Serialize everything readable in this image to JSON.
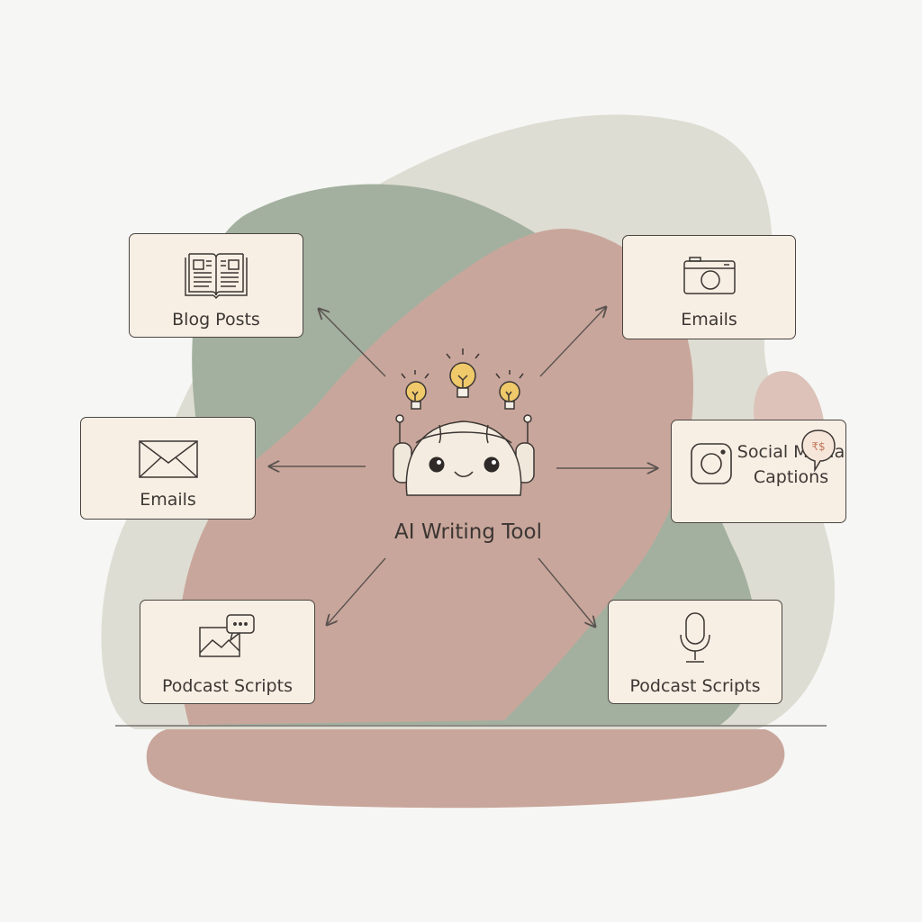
{
  "diagram": {
    "center": {
      "title": "AI Writing Tool",
      "icon": "robot-with-lightbulbs-icon"
    },
    "outputs": [
      {
        "label": "Blog Posts",
        "icon": "open-book-icon"
      },
      {
        "label": "Emails",
        "icon": "camera-icon"
      },
      {
        "label": "Emails",
        "icon": "envelope-icon"
      },
      {
        "label": "Social Media Captions",
        "icon": "instagram-icon"
      },
      {
        "label": "Podcast Scripts",
        "icon": "image-chat-icon"
      },
      {
        "label": "Podcast Scripts",
        "icon": "microphone-icon"
      }
    ]
  },
  "colors": {
    "background": "#f6f6f4",
    "blob_sage": "#a3b09f",
    "blob_rose": "#c9a69b",
    "blob_beige": "#deddd3",
    "card_fill": "#f8efe4",
    "bulb": "#efc96a"
  }
}
